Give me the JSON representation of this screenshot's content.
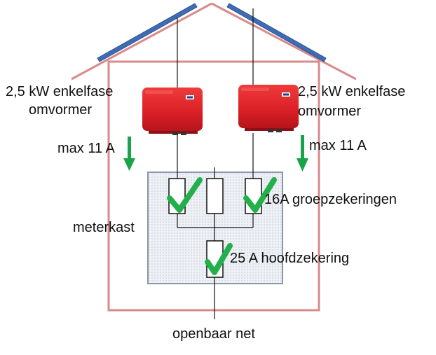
{
  "labels": {
    "inverter_left_power": "2,5 kW enkelfase",
    "inverter_left_type": "omvormer",
    "inverter_right_power": "2,5 kW enkelfase",
    "inverter_right_type": "omvormer",
    "current_left": "max 11 A",
    "current_right": "max 11 A",
    "meter_box": "meterkast",
    "group_fuses": "16A groepzekeringen",
    "main_fuse": "25 A hoofdzekering",
    "public_grid": "openbaar net"
  },
  "colors": {
    "house_outline": "#d98a8a",
    "solar_panel": "#3e6db5",
    "inverter": "#d91f26",
    "arrow": "#1aa34a",
    "check": "#22b04b",
    "meter_box_border": "#8a95a8",
    "meter_box_fill": "#eef1f6",
    "wire": "#111111"
  },
  "icons": {
    "inverter": "inverter-icon",
    "arrow": "arrow-down-icon",
    "check": "checkmark-icon",
    "fuse": "fuse-icon"
  }
}
